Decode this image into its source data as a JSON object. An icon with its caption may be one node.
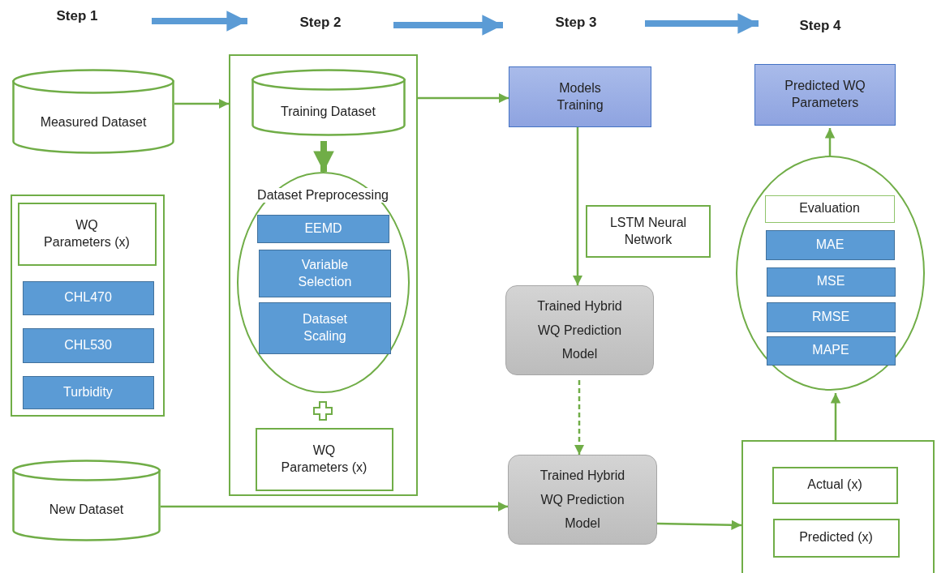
{
  "diagram": {
    "nodes": [
      {
        "text": [
          "Step 1"
        ]
      },
      {
        "text": [
          "Step 2"
        ]
      },
      {
        "text": [
          "Step 3"
        ]
      },
      {
        "text": [
          "Step 4"
        ]
      },
      {
        "text": [
          "Measured Dataset"
        ]
      },
      {
        "text": [],
        "shape": "box"
      },
      {
        "text": [
          "Training Dataset"
        ],
        "in": 5
      },
      {
        "text": [
          "Dataset Preprocessing"
        ],
        "in": 5
      },
      {
        "text": [
          "EEMD"
        ],
        "in": 7
      },
      {
        "text": [
          "Variable Selection"
        ],
        "in": 7
      },
      {
        "text": [
          "Dataset Scaling"
        ],
        "in": 7
      },
      {
        "text": [
          "WQ Parameters (x)"
        ],
        "in": 5
      },
      {
        "text": [],
        "shape": "box"
      },
      {
        "text": [
          "WQ Parameters (x)"
        ],
        "in": 12
      },
      {
        "text": [
          "CHL470"
        ],
        "in": 12
      },
      {
        "text": [
          "CHL530"
        ],
        "in": 12
      },
      {
        "text": [
          "Turbidity"
        ],
        "in": 12
      },
      {
        "text": [
          "New Dataset"
        ]
      },
      {
        "text": [
          "Models Training"
        ]
      },
      {
        "text": [
          "LSTM Neural Network"
        ]
      },
      {
        "text": [
          "Trained Hybrid WQ Prediction Model"
        ]
      },
      {
        "text": [
          "Trained Hybrid WQ Prediction Model"
        ]
      },
      {
        "text": [
          "Predicted WQ Parameters"
        ]
      },
      {
        "text": [],
        "shape": "ellipse"
      },
      {
        "text": [
          "Evaluation"
        ],
        "in": 23
      },
      {
        "text": [
          "MAE"
        ],
        "in": 23
      },
      {
        "text": [
          "MSE"
        ],
        "in": 23
      },
      {
        "text": [
          "RMSE"
        ],
        "in": 23
      },
      {
        "text": [
          "MAPE"
        ],
        "in": 23
      },
      {
        "text": [],
        "shape": "box"
      },
      {
        "text": [
          "Actual (x)"
        ],
        "in": 29
      },
      {
        "text": [
          "Predicted (x)"
        ],
        "in": 29
      }
    ],
    "edges": [
      {
        "from": 0,
        "to": 1,
        "arrow": "to",
        "style": "thick",
        "color": "#5b9bd5"
      },
      {
        "from": 1,
        "to": 2,
        "arrow": "to",
        "style": "thick",
        "color": "#5b9bd5"
      },
      {
        "from": 2,
        "to": 3,
        "arrow": "to",
        "style": "thick",
        "color": "#5b9bd5"
      },
      {
        "from": 4,
        "to": 5,
        "arrow": "to"
      },
      {
        "from": 5,
        "to": 18,
        "arrow": "to"
      },
      {
        "from": 6,
        "to": 7,
        "arrow": "to",
        "style": "thick"
      },
      {
        "from": 18,
        "to": 20,
        "arrow": "to"
      },
      {
        "from": 20,
        "to": 21,
        "arrow": "to",
        "style": "dashed"
      },
      {
        "from": 17,
        "to": 21,
        "arrow": "to"
      },
      {
        "from": 21,
        "to": 29,
        "arrow": "to"
      },
      {
        "from": 29,
        "to": 23,
        "arrow": "to"
      },
      {
        "from": 23,
        "to": 22,
        "arrow": "to"
      }
    ]
  }
}
